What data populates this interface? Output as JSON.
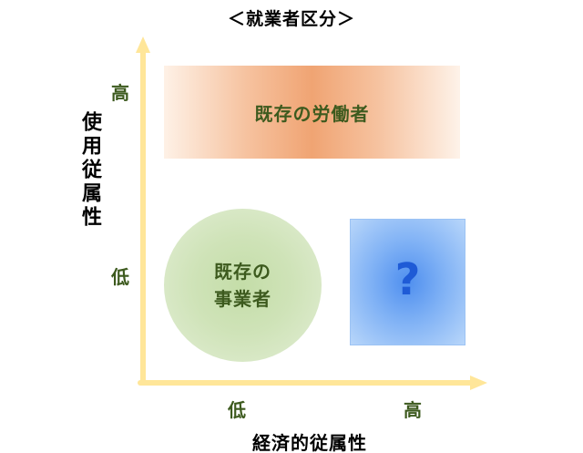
{
  "title": "＜就業者区分＞",
  "y_axis": {
    "label": "使用従属性",
    "tick_high": "高",
    "tick_low": "低"
  },
  "x_axis": {
    "label": "経済的従属性",
    "tick_low": "低",
    "tick_high": "高"
  },
  "regions": {
    "existing_workers": {
      "label": "既存の労働者",
      "color": "#f0a473"
    },
    "existing_business": {
      "line1": "既存の",
      "line2": "事業者",
      "color": "#c4dda8"
    },
    "unknown": {
      "label": "?",
      "color": "#4f8fef"
    }
  },
  "axis_color": "#ffe699",
  "tick_color": "#3d5a1e"
}
